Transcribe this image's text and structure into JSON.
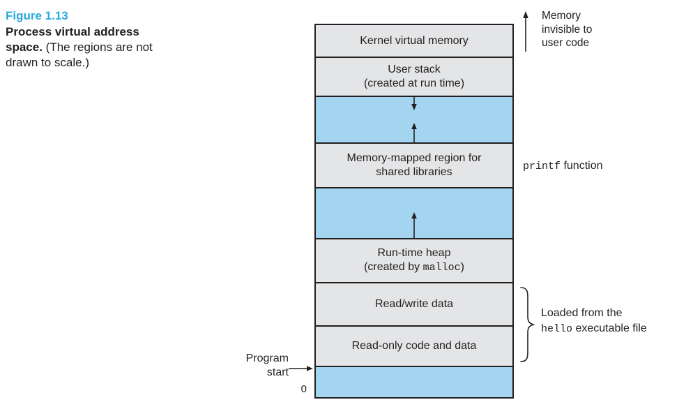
{
  "caption": {
    "figure_label": "Figure 1.13",
    "title_bold": "Process virtual address space.",
    "note": " (The regions are not drawn to scale.)"
  },
  "colors": {
    "region_gray": "#e4e5e6",
    "region_blue": "#a3d4f0",
    "border": "#231f20",
    "text": "#231f20",
    "figure_label_blue": "#29a8e0"
  },
  "regions": [
    {
      "label": "Kernel virtual memory"
    },
    {
      "label": "User stack\n(created at run time)"
    },
    {
      "label": ""
    },
    {
      "label": "Memory-mapped region for\nshared libraries"
    },
    {
      "label": ""
    },
    {
      "line1": "Run-time heap",
      "line2_pre": "(created by ",
      "line2_mono": "malloc",
      "line2_post": ")"
    },
    {
      "label": "Read/write data"
    },
    {
      "label": "Read-only code and data"
    },
    {
      "label": ""
    }
  ],
  "annotations": {
    "memory_invisible": "Memory\ninvisible to\nuser code",
    "printf_mono": "printf",
    "printf_rest": " function",
    "loaded_line1": "Loaded from the",
    "loaded_line2_mono": "hello",
    "loaded_line2_rest": " executable file",
    "program_start": "Program\nstart",
    "zero_label": "0"
  }
}
